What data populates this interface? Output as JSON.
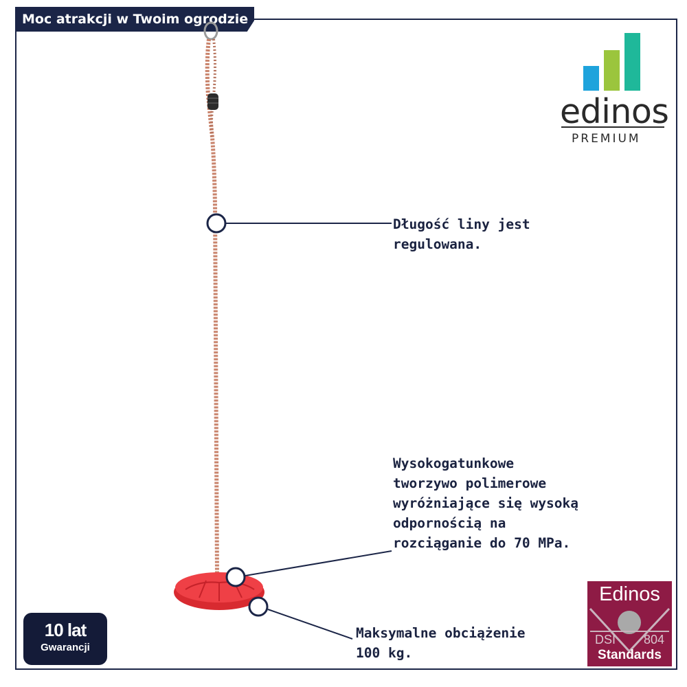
{
  "header": {
    "title": "Moc atrakcji w Twoim ogrodzie"
  },
  "brand_logo": {
    "wordmark": "edinos",
    "tagline": "PREMIUM",
    "bar_colors": [
      "#1ea3dc",
      "#9bc53d",
      "#1fb89a"
    ]
  },
  "callouts": {
    "rope": "Długość liny jest\nregulowana.",
    "material": "Wysokogatunkowe\ntworzywo polimerowe\nwyróżniające się wysoką\nodpornością na\nrozciąganie do 70 MPa.",
    "load": "Maksymalne obciążenie\n100 kg."
  },
  "warranty_badge": {
    "years": "10 lat",
    "label": "Gwarancji"
  },
  "standards_badge": {
    "brand": "Edinos",
    "code_left": "DSI",
    "code_right": "804",
    "label": "Standards"
  },
  "colors": {
    "navy": "#1b2547",
    "seat_red": "#e8343a",
    "rope": "#c9836b",
    "badge_maroon": "#8e1b45"
  }
}
